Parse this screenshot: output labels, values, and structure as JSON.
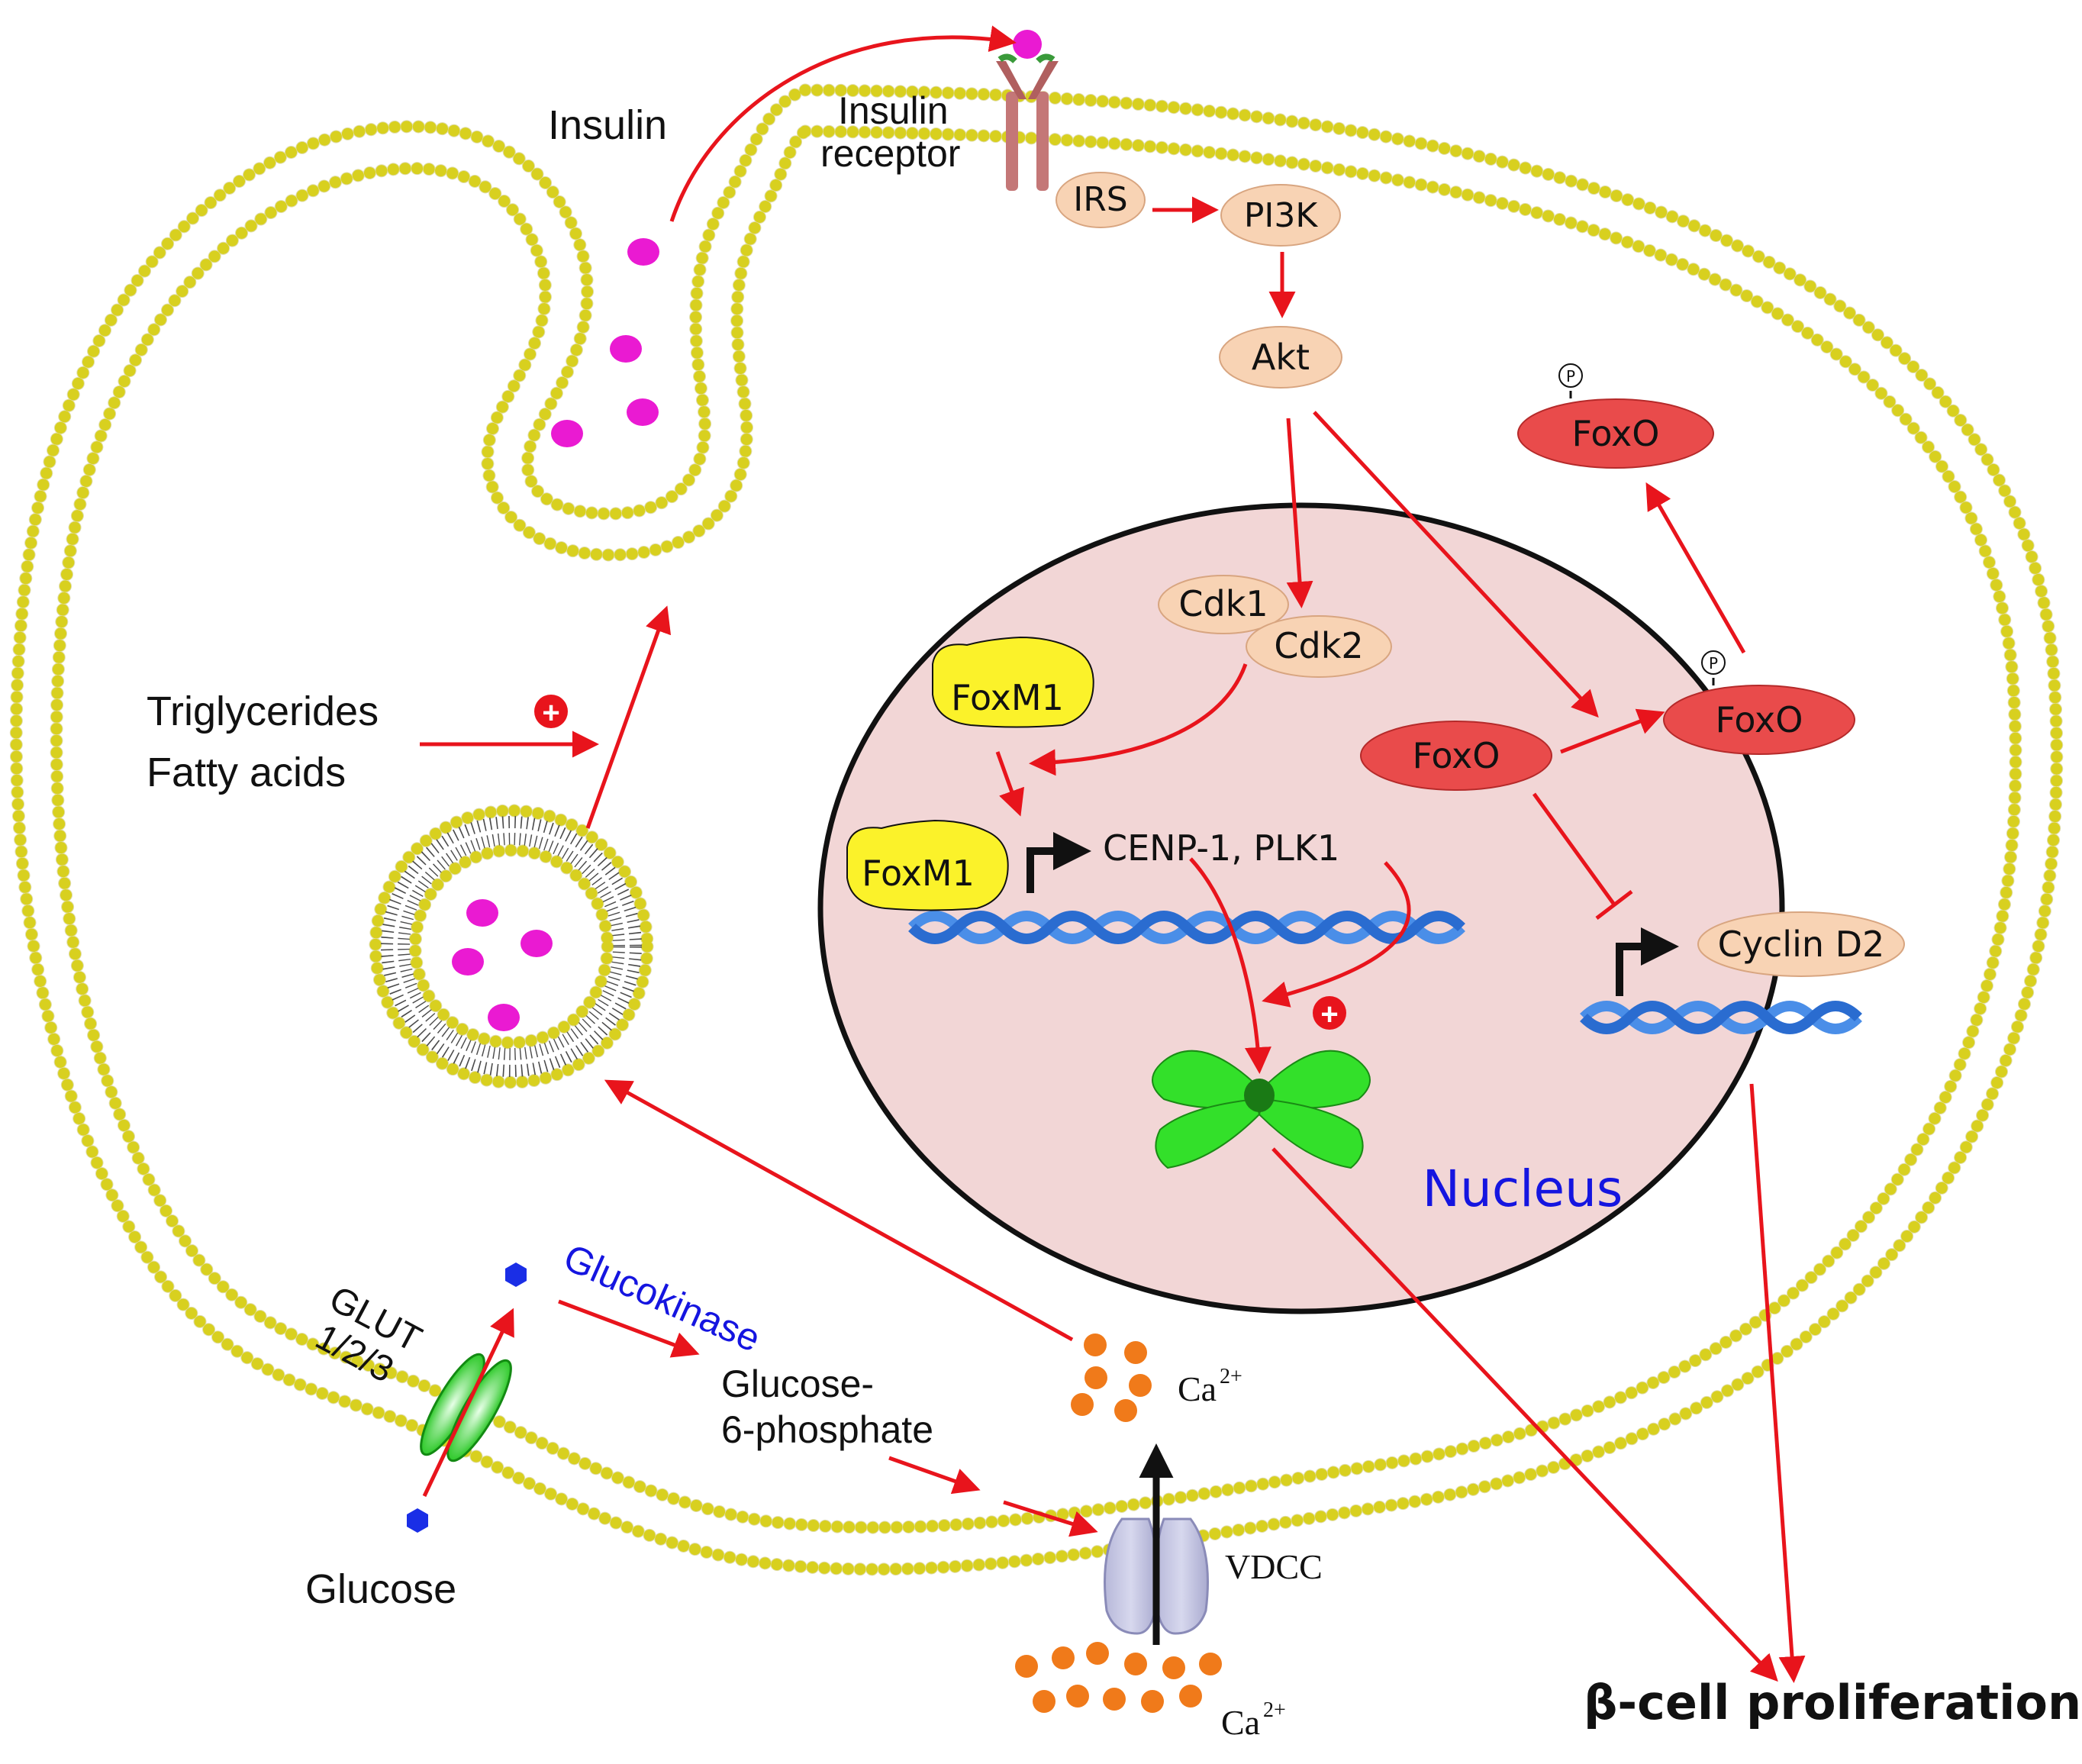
{
  "labels": {
    "insulin": "Insulin",
    "insulin_receptor_line1": "Insulin",
    "insulin_receptor_line2": "receptor",
    "irs": "IRS",
    "pi3k": "PI3K",
    "akt": "Akt",
    "cdk1": "Cdk1",
    "cdk2": "Cdk2",
    "foxm1_upper": "FoxM1",
    "foxm1_lower": "FoxM1",
    "cenp_plk1": "CENP-1, PLK1",
    "foxo_nuclear": "FoxO",
    "foxo_p_nuclear": "FoxO",
    "foxo_p_cytoplasm": "FoxO",
    "phospho_mark": "P",
    "cyclin_d2": "Cyclin D2",
    "nucleus": "Nucleus",
    "triglycerides": "Triglycerides",
    "fatty_acids": "Fatty acids",
    "glut_line1": "GLUT",
    "glut_line2": "1/2/3",
    "glucokinase": "Glucokinase",
    "g6p_line1": "Glucose-",
    "g6p_line2": "6-phosphate",
    "glucose": "Glucose",
    "vdcc": "VDCC",
    "ca_base": "Ca",
    "ca_charge": "2+",
    "beta_cell": "β-cell proliferation",
    "plus_sign": "+"
  },
  "colors": {
    "arrow": "#e8141c",
    "lipid_head": "#f3ec28",
    "insulin": "#ea1ad2",
    "kinase_fill": "#f8d3b4",
    "foxo_fill": "#e94b4b",
    "foxm1_fill": "#fbf22a",
    "nucleus_fill": "#f2d6d6",
    "calcium": "#f07a1a",
    "chromosome": "#33e02a",
    "glucose": "#1a2ee6",
    "dna": "#4a8ee8",
    "nucleus_label": "#1515e0"
  },
  "icons": [
    "insulin-receptor-icon",
    "glut-transporter-icon",
    "vdcc-channel-icon",
    "chromosome-icon",
    "dna-helix-icon",
    "glucose-hexagon-icon",
    "calcium-ion-icon",
    "insulin-granule-icon",
    "plus-sign-icon",
    "phosphate-icon"
  ]
}
